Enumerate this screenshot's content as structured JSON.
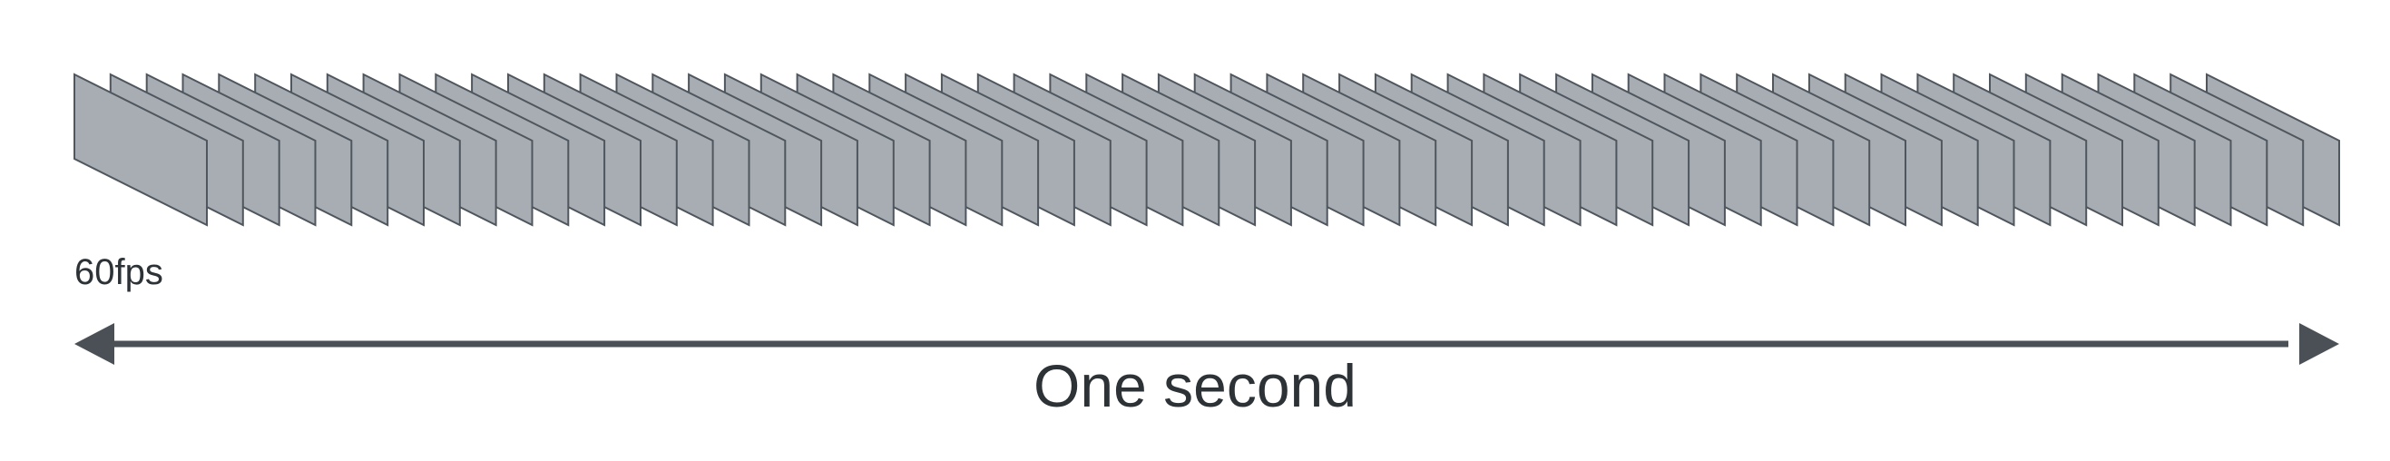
{
  "diagram": {
    "frame_rate_label": "60fps",
    "duration_label": "One second",
    "frame_count": 60,
    "colors": {
      "frame_fill": "#a7adb3",
      "frame_stroke": "#4f565d",
      "arrow": "#4a5056",
      "text": "#2d3237"
    }
  }
}
